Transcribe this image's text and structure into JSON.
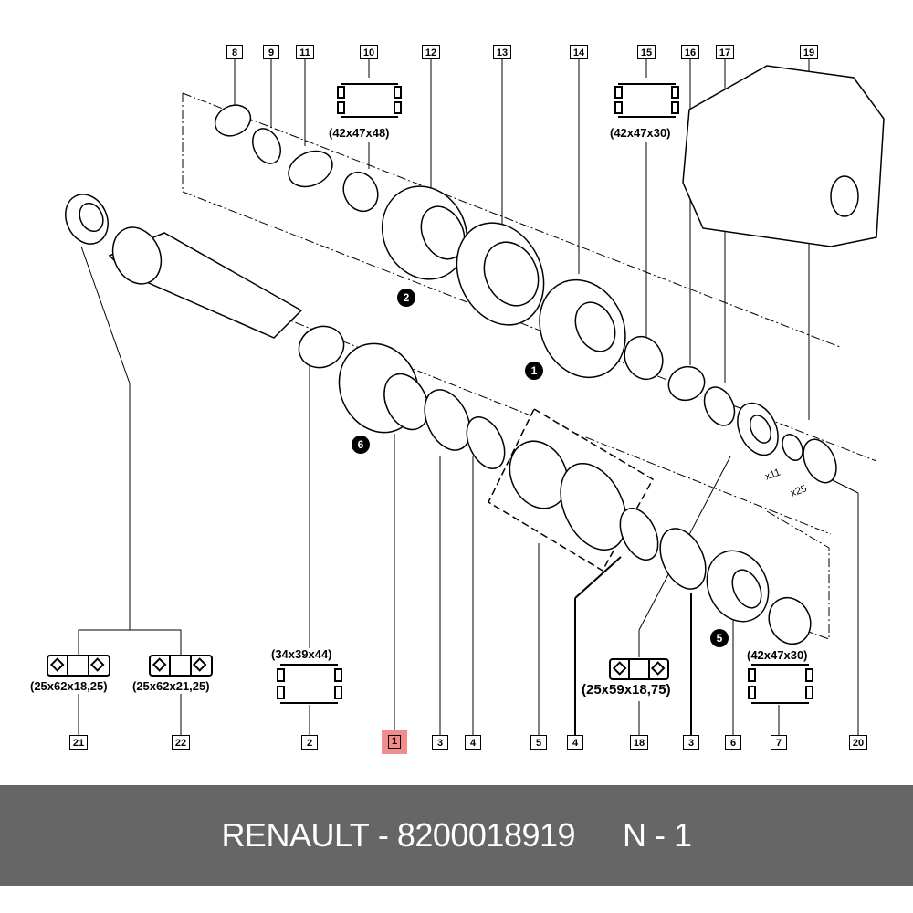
{
  "callouts": {
    "c8": "8",
    "c9": "9",
    "c11": "11",
    "c10": "10",
    "c12": "12",
    "c13": "13",
    "c14": "14",
    "c15": "15",
    "c16": "16",
    "c17": "17",
    "c19": "19",
    "c21": "21",
    "c22": "22",
    "c2": "2",
    "c1": "1",
    "c3a": "3",
    "c4a": "4",
    "c5": "5",
    "c4b": "4",
    "c18": "18",
    "c3b": "3",
    "c6": "6",
    "c7": "7",
    "c20": "20"
  },
  "dimensions": {
    "d10": "(42x47x48)",
    "d15": "(42x47x30)",
    "d2": "(34x39x44)",
    "d21": "(25x62x18,25)",
    "d22": "(25x62x21,25)",
    "d18": "(25x59x18,75)",
    "d7": "(42x47x30)"
  },
  "badges": {
    "b1": "1",
    "b2": "2",
    "b5": "5",
    "b6": "6"
  },
  "quantities": {
    "q11": "x11",
    "q25": "x25"
  },
  "highlight_color": "#f28b8b",
  "footer": {
    "brand": "RENAULT",
    "separator": "-",
    "part_number": "8200018919",
    "position_label": "N - 1"
  }
}
